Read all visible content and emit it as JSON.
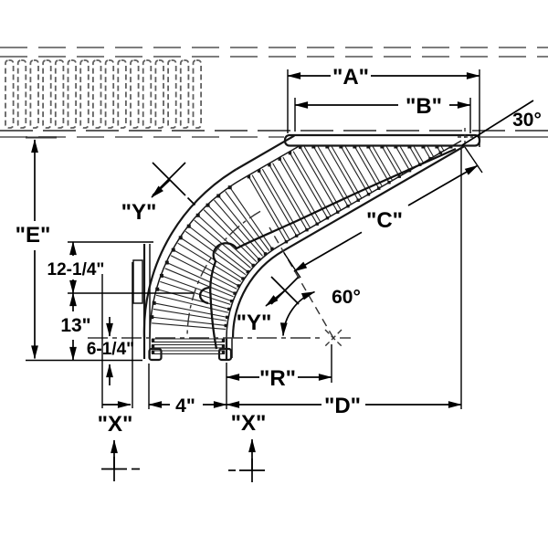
{
  "title": "Curved Roller Conveyor Spur Drawing",
  "colors": {
    "background": "#ffffff",
    "drawing_line": "#161616",
    "hidden_line": "#7d7d7d",
    "dimension_line": "#000000"
  },
  "labels": {
    "dim_a": "\"A\"",
    "dim_b": "\"B\"",
    "dim_c": "\"C\"",
    "dim_d": "\"D\"",
    "dim_e": "\"E\"",
    "dim_r": "\"R\"",
    "point_x1": "\"X\"",
    "point_x2": "\"X\"",
    "point_y1": "\"Y\"",
    "point_y2": "\"Y\""
  },
  "measurements": {
    "merge_angle": "30°",
    "curve_angle": "60°",
    "offset_top": "12-1/4\"",
    "offset_mid": "13\"",
    "offset_bottom": "6-1/4\"",
    "frame_width": "4\""
  }
}
